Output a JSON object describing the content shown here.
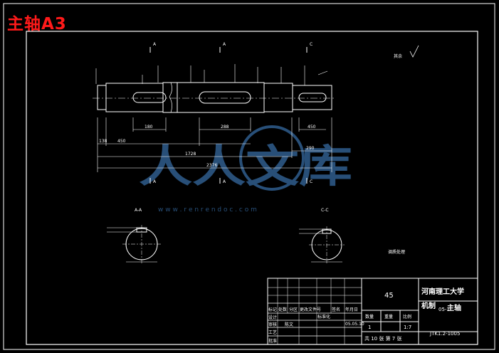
{
  "title": "主轴A3",
  "section_labels": {
    "a_top": "A",
    "a_top2": "A",
    "c_top": "C",
    "a_bottom": "A",
    "a_bottom2": "A",
    "c_bottom": "C",
    "section_a": "A-A",
    "section_c": "C-C"
  },
  "dims": {
    "d_1": "138",
    "d_2": "450",
    "d_3": "180",
    "d_4": "288",
    "d_5": "450",
    "d_6": "1728",
    "d_7": "2376",
    "d_8": "290"
  },
  "watermark": {
    "chars": "人人文库",
    "url": "w w w . r e n r e n d o c . c o m"
  },
  "note_left": "其余",
  "note_center": "调质处理",
  "title_block": {
    "material": "45",
    "university": "河南理工大学",
    "part_name": "主轴",
    "part_name_prefix": "机制",
    "class": "05-1",
    "drawing_no": "JTK1.2-1005",
    "qty_label": "数量",
    "qty": "1",
    "weight_label": "重量",
    "scale_label": "比例",
    "scale": "1:7",
    "sheets": "共 10 张   第 7 张",
    "designer_label": "设计",
    "designer": "陈文",
    "checker_label": "审核",
    "approver_label": "批准",
    "process_label": "工艺",
    "std_label": "标准化",
    "date": "05.05.10",
    "headers": [
      "标记",
      "处数",
      "分区",
      "更改文件号",
      "签名",
      "年月日"
    ]
  }
}
